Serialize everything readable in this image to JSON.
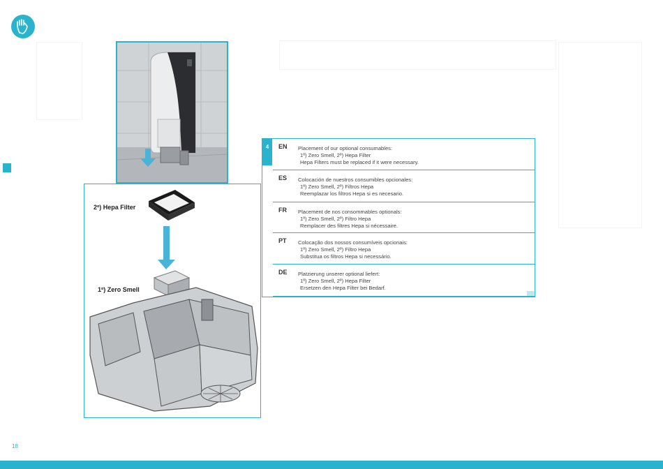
{
  "page": {
    "number": "18"
  },
  "icons": {
    "hand": "hand-icon",
    "arrow": "down-arrow-icon"
  },
  "colors": {
    "accent": "#29b3cc",
    "arrow": "#4ab4d8"
  },
  "diagram": {
    "callouts": {
      "hepa": "2º) Hepa Filter",
      "zero": "1º) Zero Smell"
    }
  },
  "instructions": {
    "step": "4",
    "rows": [
      {
        "code": "EN",
        "lines": [
          "Placement of our optional consumables:",
          "1º) Zero Smell, 2º) Hepa Filter",
          "Hepa Filters must be replaced if it were necessary."
        ]
      },
      {
        "code": "ES",
        "lines": [
          "Colocación de nuestros consumibles opcionales:",
          "1º) Zero Smell, 2º) Filtros Hepa",
          "Reemplazar los filtros Hepa si es necesario."
        ]
      },
      {
        "code": "FR",
        "lines": [
          "Placement de nos consommables optionals:",
          "1º) Zero Smell, 2º) Filtro Hepa",
          "Remplacer des filtres Hepa si nécessaire."
        ]
      },
      {
        "code": "PT",
        "lines": [
          "Colocação dos nossos consumíveis opcionais:",
          "1º) Zero Smell, 2º) Filtro Hepa",
          "Substitua os filtros Hepa si necessário."
        ]
      },
      {
        "code": "DE",
        "lines": [
          "Platzierung unserer optional liefert:",
          "1º) Zero Smell, 2º) Hepa Filter",
          "Ersetzen den Hepa Filter bei Bedarf."
        ]
      }
    ]
  }
}
